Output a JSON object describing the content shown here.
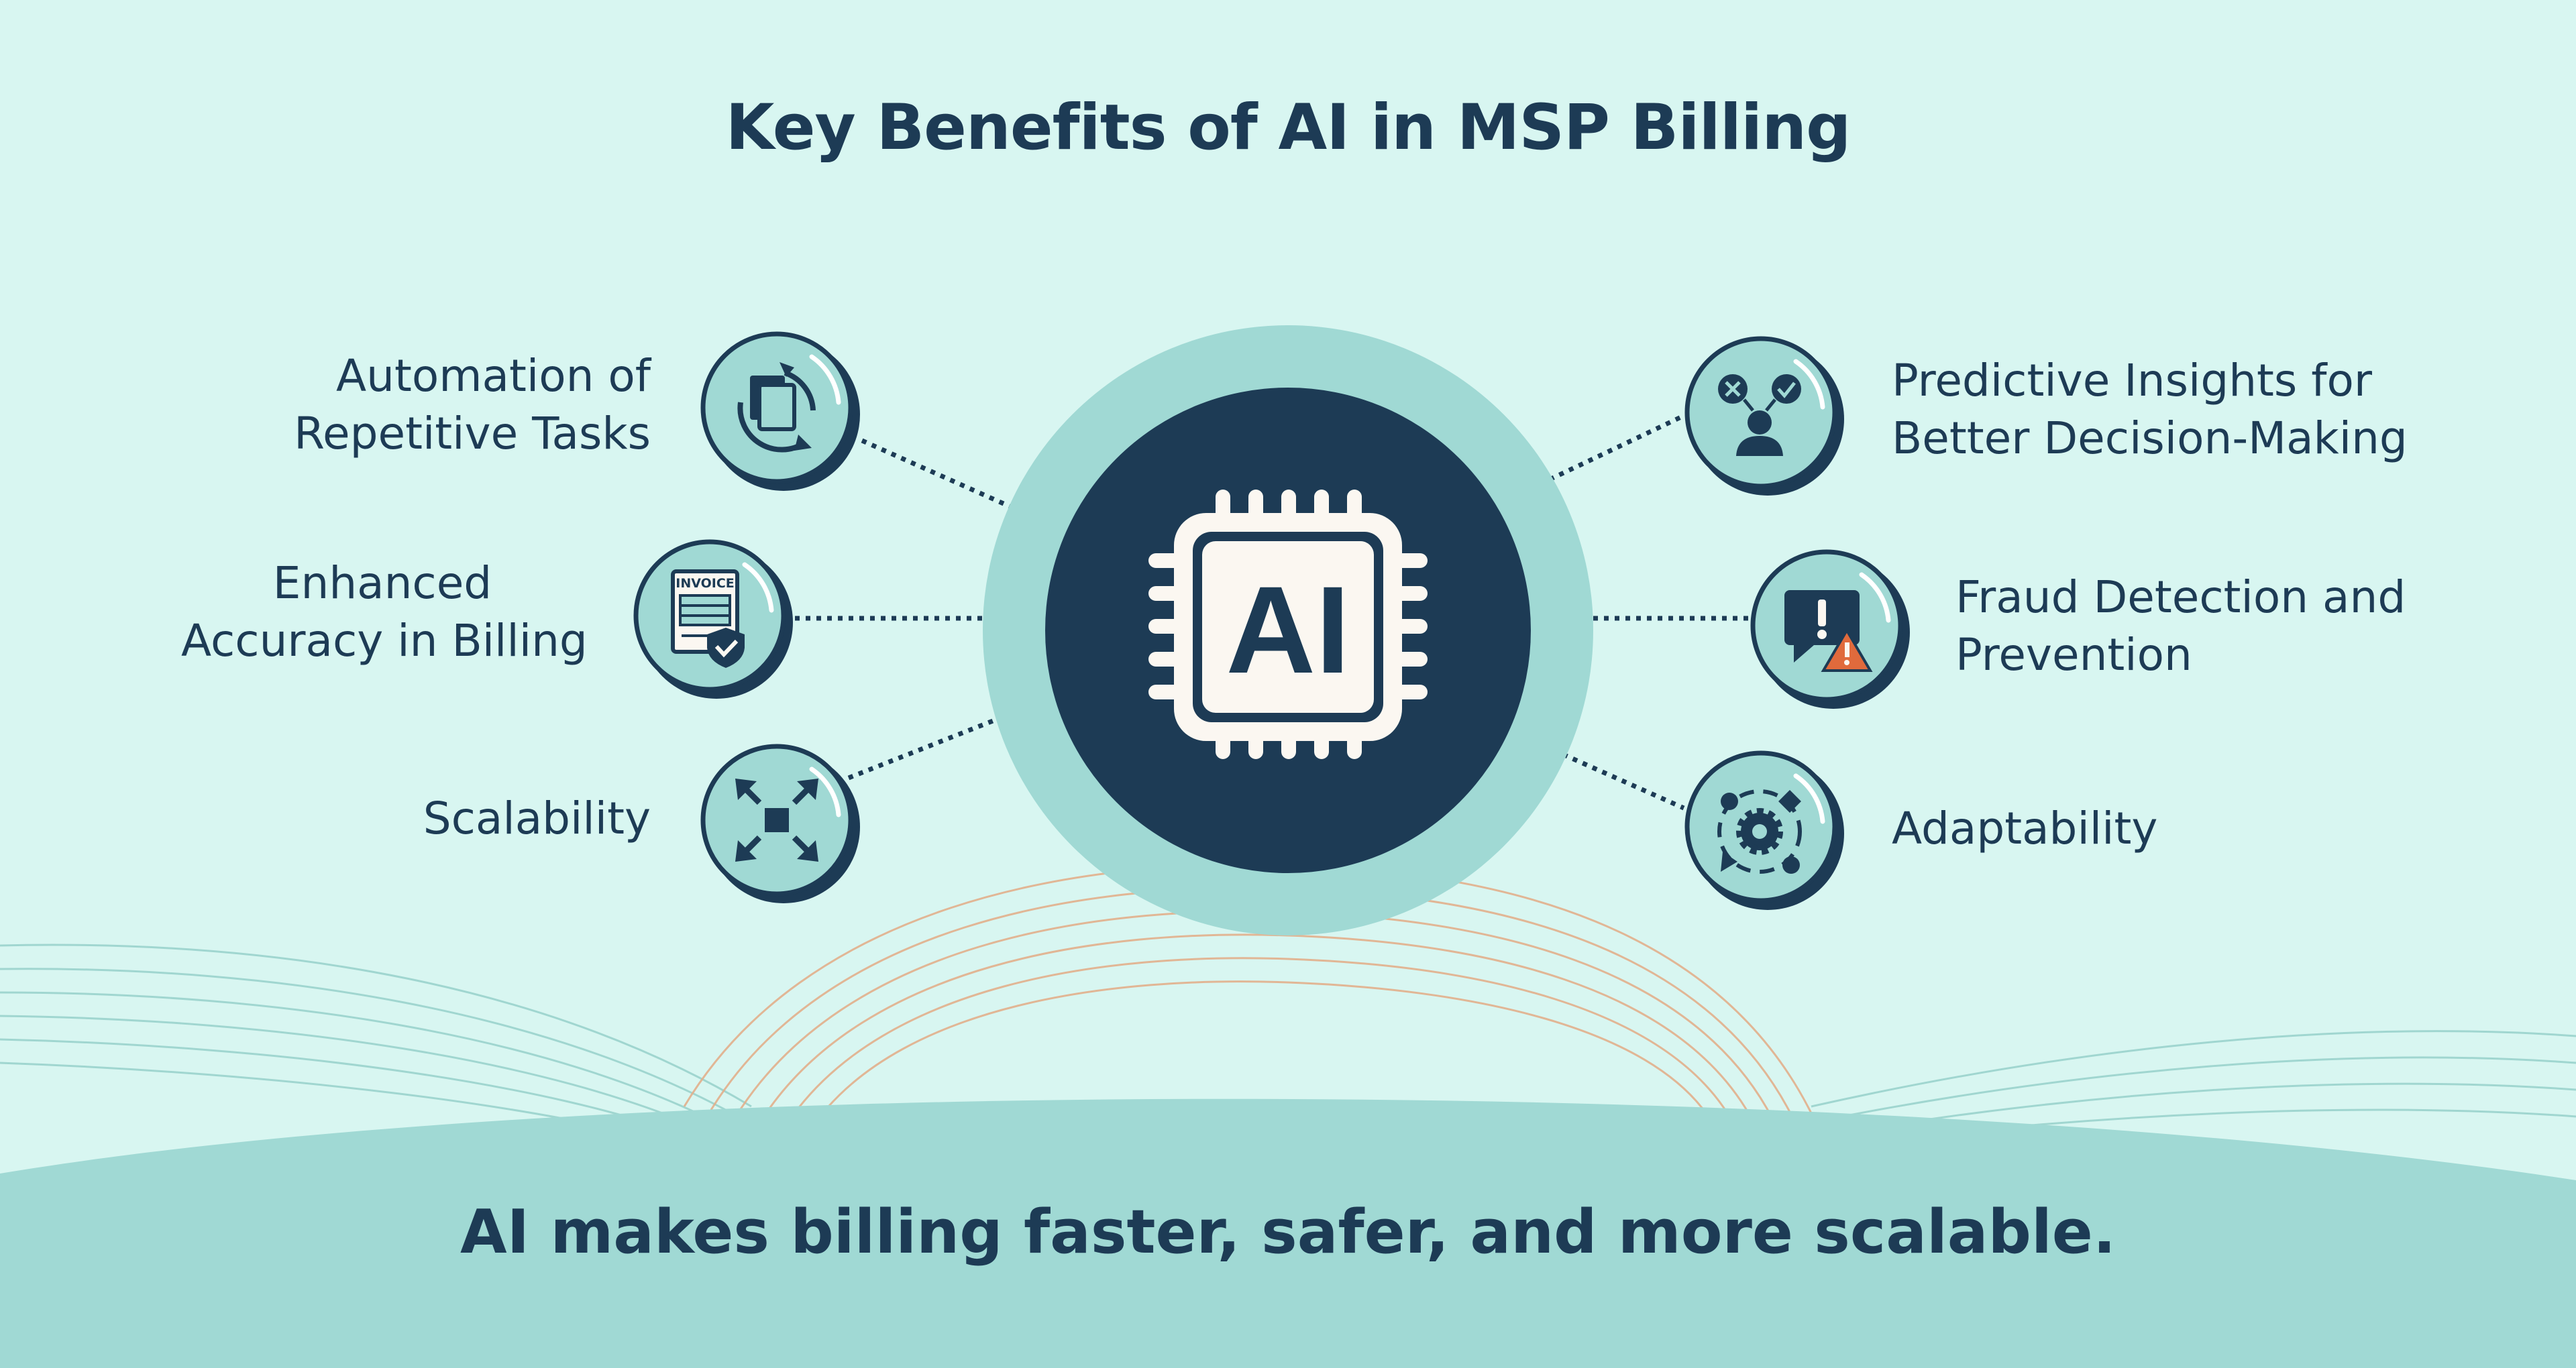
{
  "title": "Key Benefits of AI in MSP Billing",
  "center": {
    "chip_text": "AI",
    "icon": "ai-chip-icon"
  },
  "benefits_left": [
    {
      "lines": [
        "Automation of",
        "Repetitive Tasks"
      ],
      "icon": "documents-cycle-icon"
    },
    {
      "lines": [
        "Enhanced",
        "Accuracy in Billing"
      ],
      "icon": "invoice-shield-icon",
      "icon_text": "INVOICE"
    },
    {
      "lines": [
        "Scalability"
      ],
      "icon": "expand-arrows-icon"
    }
  ],
  "benefits_right": [
    {
      "lines": [
        "Predictive Insights for",
        "Better Decision-Making"
      ],
      "icon": "decision-person-icon"
    },
    {
      "lines": [
        "Fraud Detection and",
        "Prevention"
      ],
      "icon": "alert-warning-icon"
    },
    {
      "lines": [
        "Adaptability"
      ],
      "icon": "adaptive-gear-icon"
    }
  ],
  "footer": "AI makes billing faster, safer, and more scalable.",
  "colors": {
    "background": "#d8f6f1",
    "teal": "#a0d9d4",
    "navy": "#1d3b55",
    "chip_fill": "#fbf7f1",
    "warning": "#e06a3c",
    "wave_lines_orange": "#e2b08c",
    "wave_lines_teal": "#9bd3cd"
  }
}
